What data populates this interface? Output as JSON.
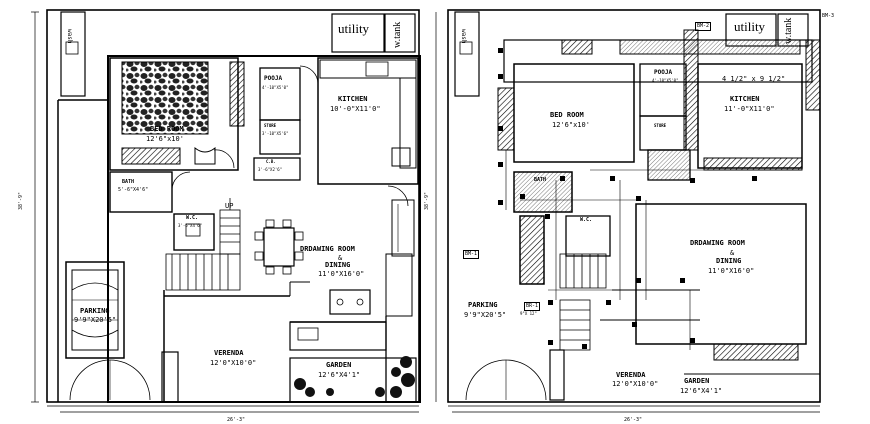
{
  "left_plan": {
    "top_boxes": {
      "wash": "wash",
      "utility": "utility",
      "tank": "w.tank"
    },
    "rooms": {
      "bedroom": {
        "name": "BED ROOM",
        "size": "12'6\"x10'"
      },
      "pooja": {
        "name": "POOJA",
        "size": "4'-10\"X5'0\""
      },
      "kitchen": {
        "name": "KITCHEN",
        "size": "10'-0\"X11'0\""
      },
      "store": {
        "name": "STORE",
        "size": "3'-10\"X5'6\""
      },
      "cb": {
        "name": "C.B.",
        "size": "3'-6\"X2'6\""
      },
      "bath": {
        "name": "BATH",
        "size": "5'-6\"X4'6\""
      },
      "wc": {
        "name": "W.C.",
        "size": "3'-6\"X4'6\""
      },
      "drawing": {
        "name": "DRDAWING ROOM",
        "amp": "&",
        "name2": "DINING",
        "size": "11'0\"X16'0\""
      },
      "parking": {
        "name": "PARKING",
        "size": "9'9\"X20'5\""
      },
      "veranda": {
        "name": "VERENDA",
        "size": "12'0\"X10'0\""
      },
      "garden": {
        "name": "GARDEN",
        "size": "12'6\"X4'1\""
      }
    },
    "stair_label": "UP",
    "dim_side": "38'-9\"",
    "dim_bottom": "26'-3\""
  },
  "right_plan": {
    "top_boxes": {
      "wash": "wash",
      "utility": "utility",
      "tank": "w.tank"
    },
    "tags": {
      "bm2": "BM-2",
      "bm3": "BM-3",
      "bm1": "BM-1",
      "bm1b": "BR-1",
      "bm1b_size": "9\"X 12\""
    },
    "rooms": {
      "bedroom": {
        "name": "BED ROOM",
        "size": "12'6\"x10'"
      },
      "pooja": {
        "name": "POOJA",
        "size": "4'-10\"X5'0\""
      },
      "kitchen": {
        "name": "KITCHEN",
        "size": "11'-0\"X11'0\""
      },
      "chimney": "4 1/2\" x 9 1/2\"",
      "store": {
        "name": "STORE"
      },
      "bath": {
        "name": "BATH"
      },
      "wc": {
        "name": "W.C."
      },
      "drawing": {
        "name": "DRDAWING ROOM",
        "amp": "&",
        "name2": "DINING",
        "size": "11'0\"X16'0\""
      },
      "parking": {
        "name": "PARKING",
        "size": "9'9\"X20'5\""
      },
      "veranda": {
        "name": "VERENDA",
        "size": "12'0\"X10'0\""
      },
      "garden": {
        "name": "GARDEN",
        "size": "12'6\"X4'1\""
      }
    },
    "dim_side": "38'-9\"",
    "dim_bottom": "26'-3\""
  }
}
